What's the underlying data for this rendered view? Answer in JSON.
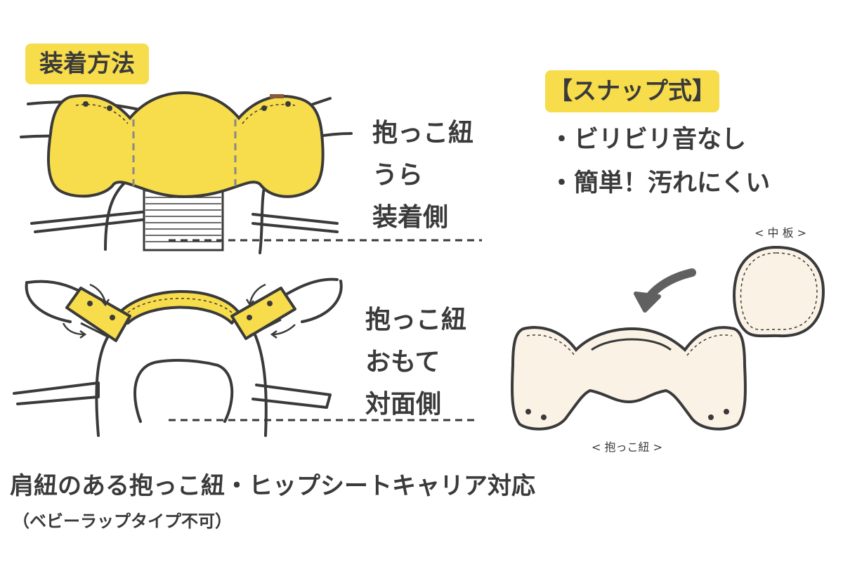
{
  "header": {
    "method_tag": "装着方法"
  },
  "top_label": {
    "line1": "抱っこ紐",
    "line2": "うら",
    "line3": "装着側"
  },
  "bottom_label": {
    "line1": "抱っこ紐",
    "line2": "おもて",
    "line3": "対面側"
  },
  "snap": {
    "tag": "【スナップ式】",
    "bullets": [
      "・ビリビリ音なし",
      "・簡単！汚れにくい"
    ]
  },
  "parts": {
    "board_label": "< 中 板 >",
    "carrier_label": "< 抱っこ紐 >"
  },
  "footer": {
    "main": "肩紐のある抱っこ紐・ヒップシートキャリア対応",
    "sub": "（ベビーラップタイプ不可）"
  },
  "colors": {
    "accent_yellow": "#f7dc4c",
    "line": "#3a3a3a",
    "cream": "#fbf2e6"
  }
}
